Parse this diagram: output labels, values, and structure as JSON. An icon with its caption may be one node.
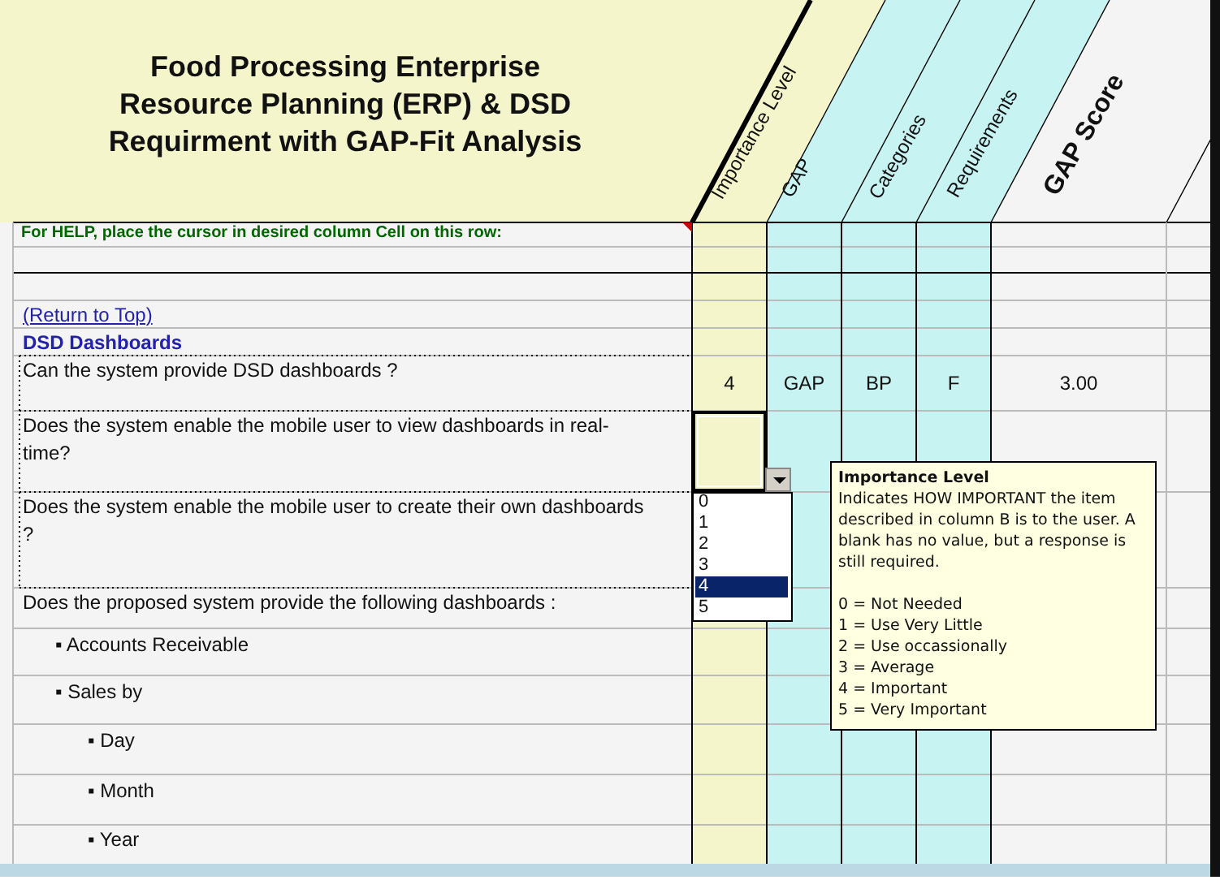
{
  "diagram": {
    "title": "Food Processing Enterprise Resource Planning (ERP) & DSD Requirment with GAP-Fit Analysis",
    "nodes": [
      {
        "text": [
          "Importance Level",
          "Indicates HOW IMPORTANT the item described in column B is to the user. A blank has no value, but a response is still required.",
          "0 = Not Needed",
          "1 = Use Very Little",
          "2 = Use occassionally",
          "3 = Average",
          "4 = Important",
          "5 = Very Important"
        ]
      }
    ],
    "labels": [
      "Importance Level",
      "GAP",
      "Categories",
      "Requirements",
      "GAP Score",
      "For HELP, place the cursor in desired column Cell on this row:",
      "(Return to Top)",
      "DSD Dashboards",
      "Can the system provide DSD dashboards ?",
      "4",
      "GAP",
      "BP",
      "F",
      "3.00",
      "Does the system enable the mobile user to view dashboards in real-time?",
      "Does the system enable the mobile user to create their own dashboards ?",
      "0",
      "1",
      "2",
      "3",
      "4",
      "5",
      "Does the proposed system provide the following dashboards :",
      "▪ Accounts Receivable",
      "▪ Sales by",
      "▪ Day",
      "▪ Month",
      "▪ Year"
    ]
  }
}
